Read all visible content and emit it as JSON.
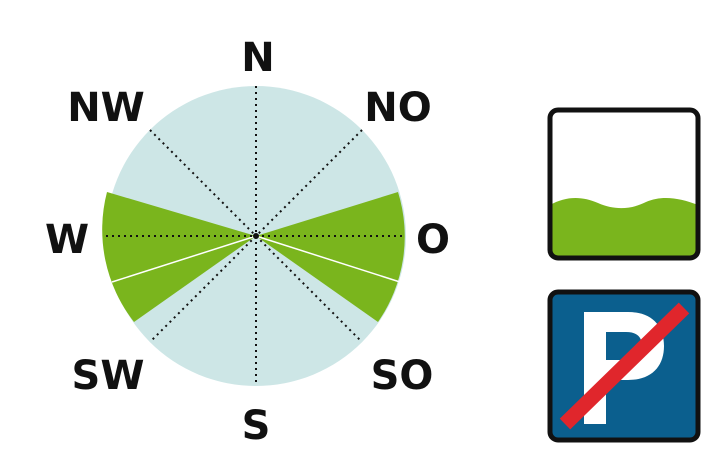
{
  "compass": {
    "directions": {
      "n": "N",
      "no": "NO",
      "o": "O",
      "so": "SO",
      "s": "S",
      "sw": "SW",
      "w": "W",
      "nw": "NW"
    },
    "colors": {
      "background_disc": "#cde6e6",
      "sector": "#7ab51d",
      "guides": "#111111"
    }
  },
  "icons": {
    "terrain": {
      "name": "green-terrain-icon",
      "fill": "#7ab51d",
      "border": "#111111"
    },
    "no_parking": {
      "name": "no-parking-sign-icon",
      "background": "#0b5f8e",
      "letter": "P",
      "strike": "#e0262c",
      "border": "#111111"
    }
  }
}
